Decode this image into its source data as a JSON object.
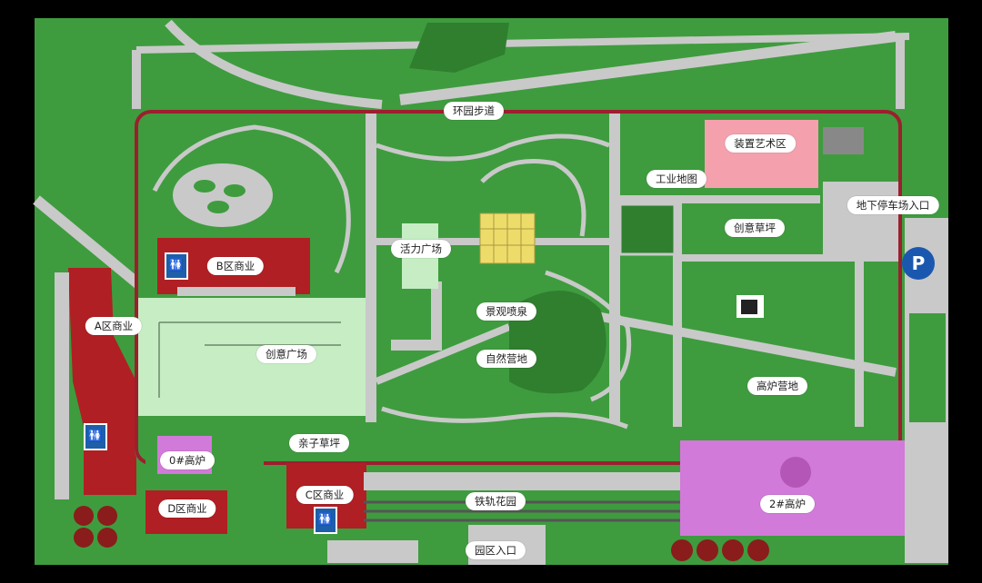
{
  "map": {
    "colors": {
      "background": "#000000",
      "grass": "#3e9c3e",
      "grass_dark": "#2f7f2f",
      "path": "#c9c9c9",
      "loop": "#9c1f2e",
      "commercial": "#b01f23",
      "furnace": "#d17ad9",
      "art": "#f4a0ad",
      "plaza": "#c6edc4",
      "fountain": "#eedc6a",
      "parking": "#1a58b0"
    },
    "labels": {
      "loop_trail": "环园步道",
      "installation_art": "装置艺术区",
      "industrial_map": "工业地图",
      "underground_parking": "地下停车场入口",
      "creative_lawn": "创意草坪",
      "vitality_plaza": "活力广场",
      "b_commercial": "B区商业",
      "a_commercial": "A区商业",
      "fountain": "景观喷泉",
      "creative_plaza": "创意广场",
      "natural_camp": "自然营地",
      "furnace_camp": "高炉营地",
      "kids_lawn": "亲子草坪",
      "furnace_0": "0#高炉",
      "c_commercial": "C区商业",
      "railway_garden": "铁轨花园",
      "d_commercial": "D区商业",
      "furnace_2": "2#高炉",
      "park_entrance": "园区入口"
    },
    "icons": {
      "toilet": "toilet-icon",
      "parking": "parking-icon"
    },
    "parking_letter": "P"
  }
}
